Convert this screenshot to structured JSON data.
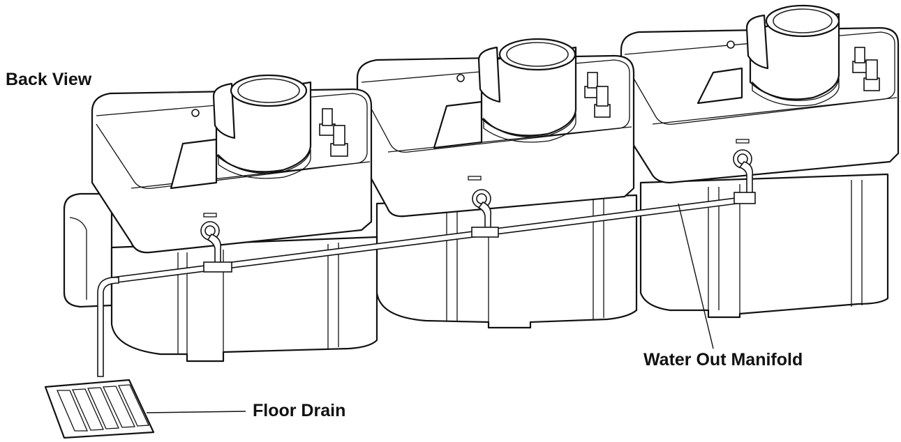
{
  "figure": {
    "title": "Back View",
    "callouts": {
      "manifold": "Water Out Manifold",
      "drain": "Floor Drain"
    },
    "units": [
      {
        "id": "left"
      },
      {
        "id": "center"
      },
      {
        "id": "right"
      }
    ]
  },
  "colors": {
    "line": "#111111",
    "background": "#ffffff"
  }
}
